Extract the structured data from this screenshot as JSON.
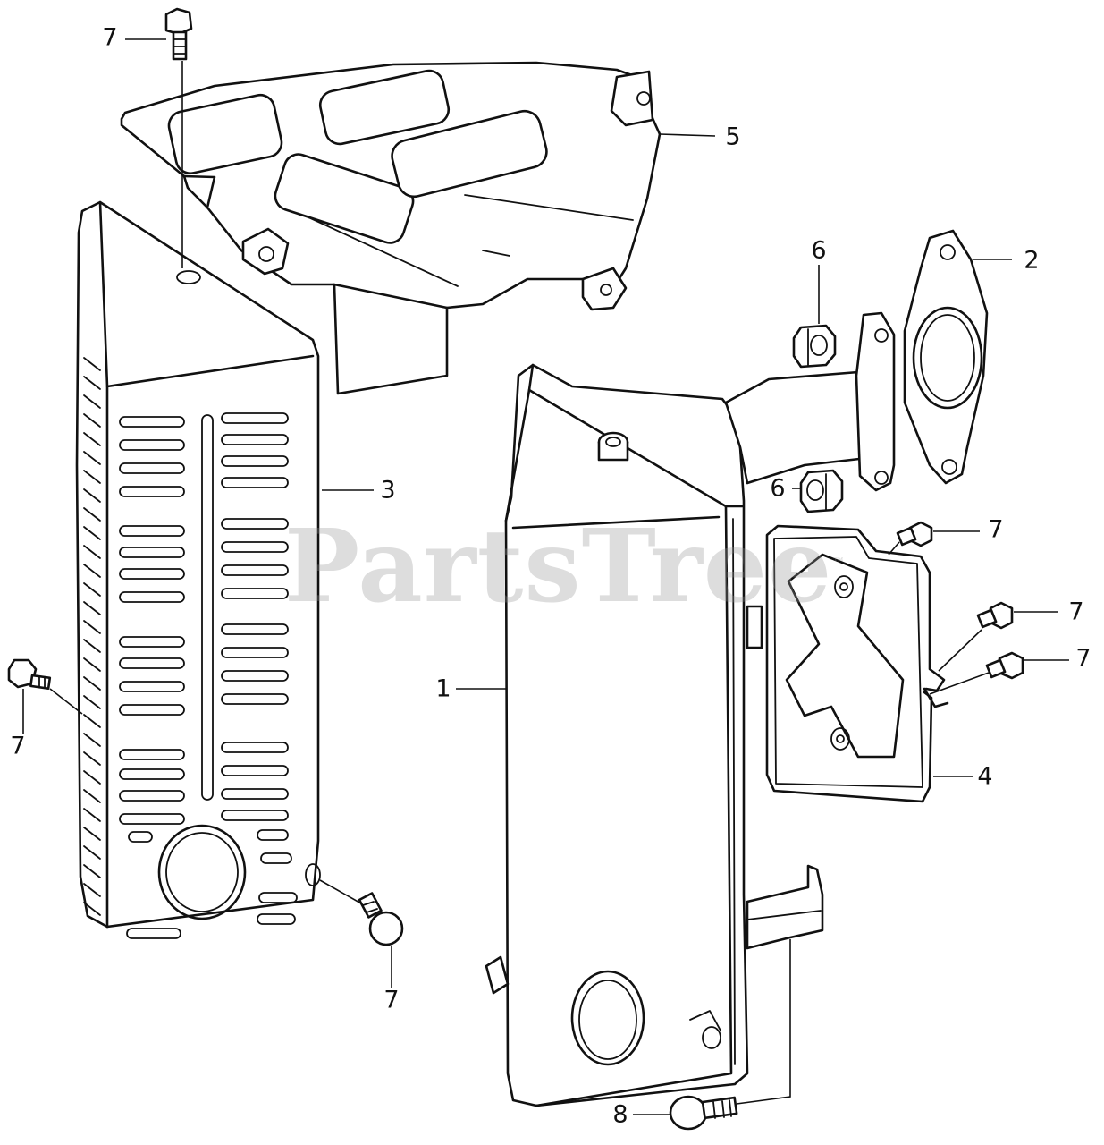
{
  "watermark": {
    "text": "PartsTree",
    "trademark": "™"
  },
  "callouts": [
    {
      "id": "c7-top",
      "label": "7"
    },
    {
      "id": "c5",
      "label": "5"
    },
    {
      "id": "c6-top",
      "label": "6"
    },
    {
      "id": "c2",
      "label": "2"
    },
    {
      "id": "c3",
      "label": "3"
    },
    {
      "id": "c6-mid",
      "label": "6"
    },
    {
      "id": "c7-right-1",
      "label": "7"
    },
    {
      "id": "c7-right-2",
      "label": "7"
    },
    {
      "id": "c7-right-3",
      "label": "7"
    },
    {
      "id": "c1",
      "label": "1"
    },
    {
      "id": "c7-left",
      "label": "7"
    },
    {
      "id": "c4",
      "label": "4"
    },
    {
      "id": "c7-bottom",
      "label": "7"
    },
    {
      "id": "c8",
      "label": "8"
    }
  ]
}
